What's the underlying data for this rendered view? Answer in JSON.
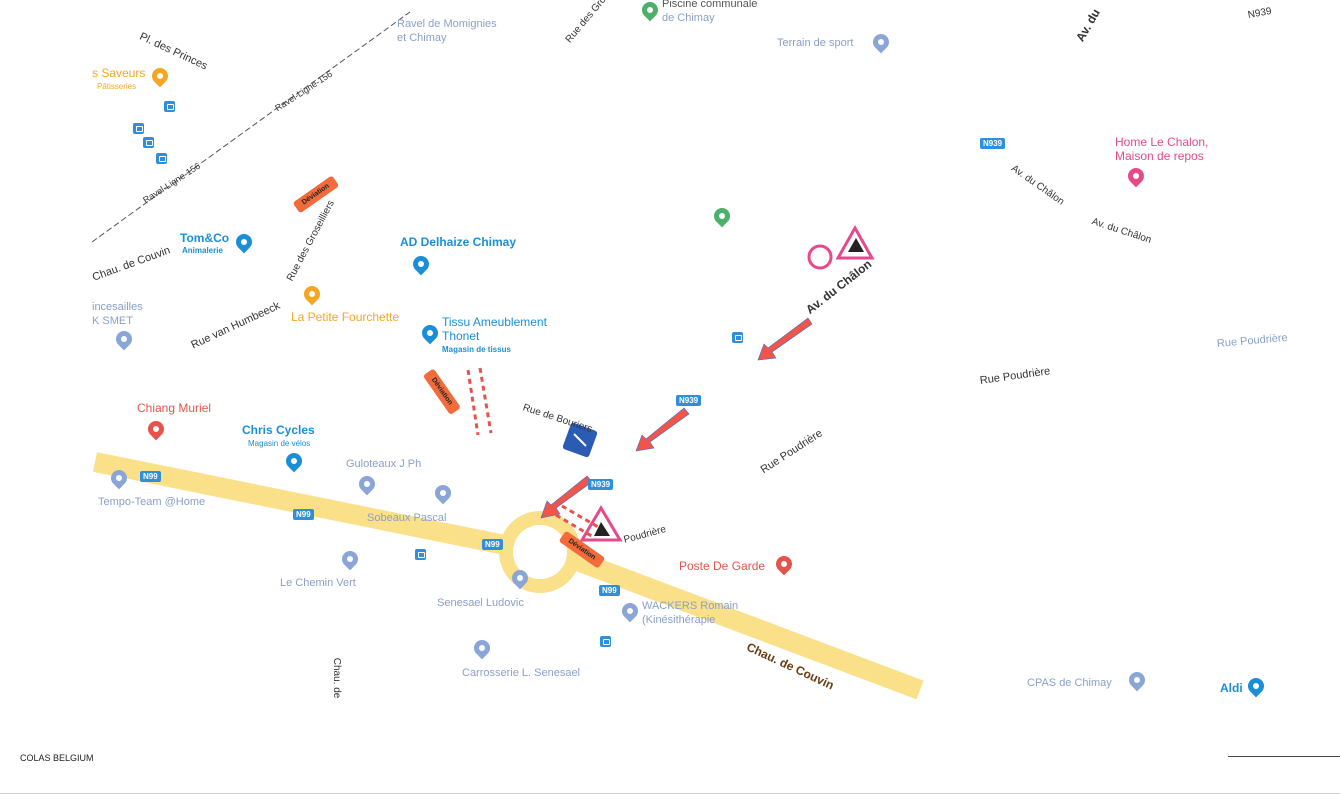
{
  "labels": [
    "Pl. des Princes",
    "s Saveurs",
    "Pâtisseries",
    "Ravel de Momignies",
    "et Chimay",
    "Ravel-Ligne-156",
    "Ravel-Ligne-156",
    "Rue des Gros",
    "Piscine communale",
    "de Chimay",
    "Terrain de sport",
    "Av. du",
    "Home Le Chalon,",
    "Maison de repos",
    "Av. du Châlon",
    "Av. du Châlon",
    "Av. du Châlon",
    "Rue Poudrière",
    "Rue Poudrière",
    "Rue Poudrière",
    "Poudrière",
    "Chau. de Couvin",
    "Chau. de Couvin",
    "Tom&Co",
    "Animalerie",
    "Rue des Groseilliers",
    "AD Delhaize Chimay",
    "Rue van Humbeeck",
    "La Petite Fourchette",
    "Tissu Ameublement",
    "Thonet",
    "Magasin de tissus",
    "incesailles",
    "K SMET",
    "Chiang Muriel",
    "Chris Cycles",
    "Magasin de vélos",
    "Guloteaux J Ph",
    "Tempo-Team @Home",
    "Sobeaux Pascal",
    "Le Chemin Vert",
    "Senesael Ludovic",
    "WACKERS Romain",
    "(Kinésithérapie",
    "Carrosserie L. Senesael",
    "Poste De Garde",
    "CPAS de Chimay",
    "Aldi",
    "Chau. de",
    "Rue de Bouriers",
    "N939"
  ],
  "shields": {
    "n99": "N99",
    "n939": "N939"
  },
  "deviation": "Déviation",
  "footer": {
    "company": "COLAS BELGIUM"
  },
  "colors": {
    "road": "#fbe08a",
    "arrow": "#f0554a",
    "deviation": "#f26b3a",
    "shield": "#2f8fdc"
  }
}
